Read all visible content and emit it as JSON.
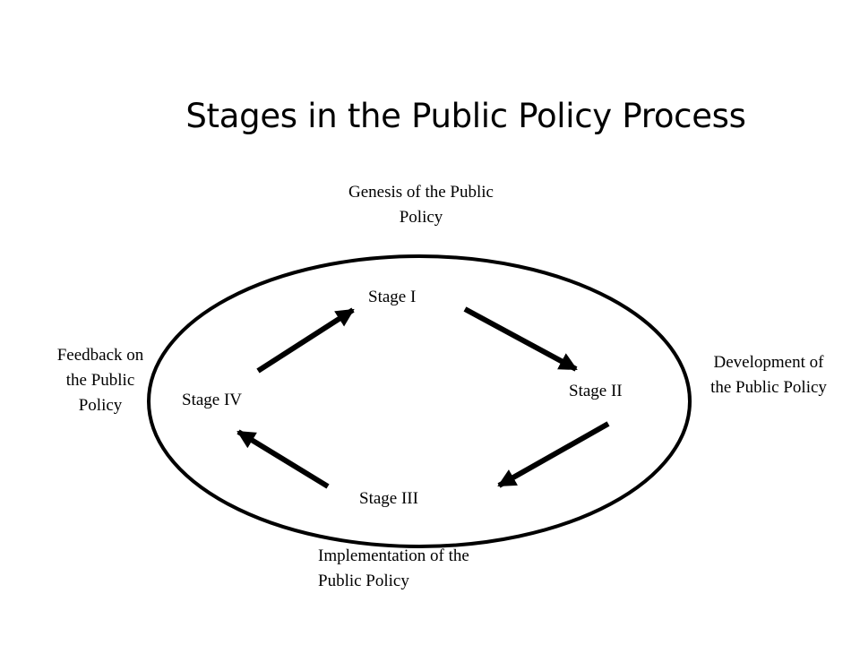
{
  "title": "Stages in the Public Policy Process",
  "stages": {
    "stage1": "Stage I",
    "stage2": "Stage II",
    "stage3": "Stage III",
    "stage4": "Stage IV"
  },
  "phase_labels": {
    "genesis": [
      "Genesis of the Public",
      "Policy"
    ],
    "development": [
      "Development of",
      "the Public Policy"
    ],
    "implementation": [
      "Implementation of the",
      "Public Policy"
    ],
    "feedback": [
      "Feedback on",
      "the Public",
      "Policy"
    ]
  }
}
